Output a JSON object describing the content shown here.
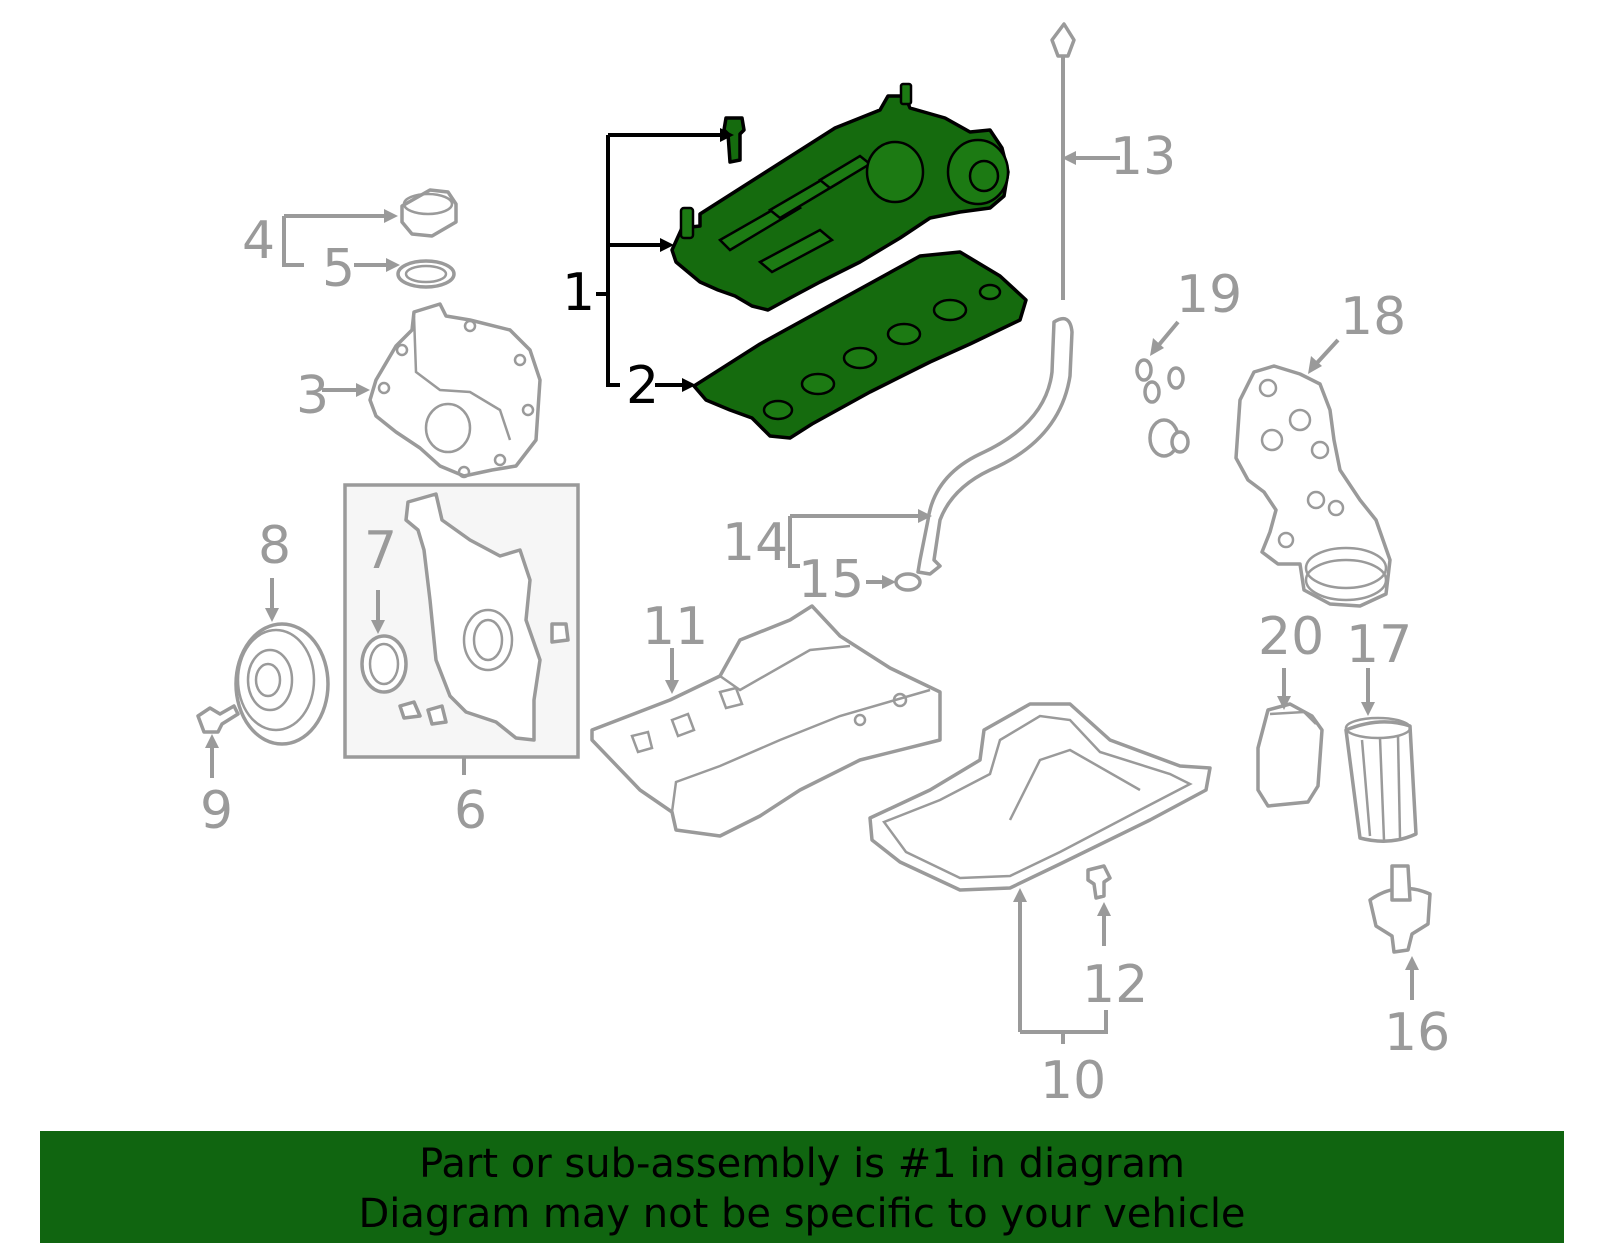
{
  "callouts": {
    "c1": "1",
    "c2": "2",
    "c3": "3",
    "c4": "4",
    "c5": "5",
    "c6": "6",
    "c7": "7",
    "c8": "8",
    "c9": "9",
    "c10": "10",
    "c11": "11",
    "c12": "12",
    "c13": "13",
    "c14": "14",
    "c15": "15",
    "c16": "16",
    "c17": "17",
    "c18": "18",
    "c19": "19",
    "c20": "20"
  },
  "highlight_part": "1",
  "colors": {
    "highlight_fill": "#156b0e",
    "banner_background": "#106510",
    "part_outline": "#9a9a9a",
    "highlight_outline": "#000000"
  },
  "banner": {
    "line1": "Part or sub-assembly is #1 in diagram",
    "line2": "Diagram may not be specific to your vehicle"
  }
}
